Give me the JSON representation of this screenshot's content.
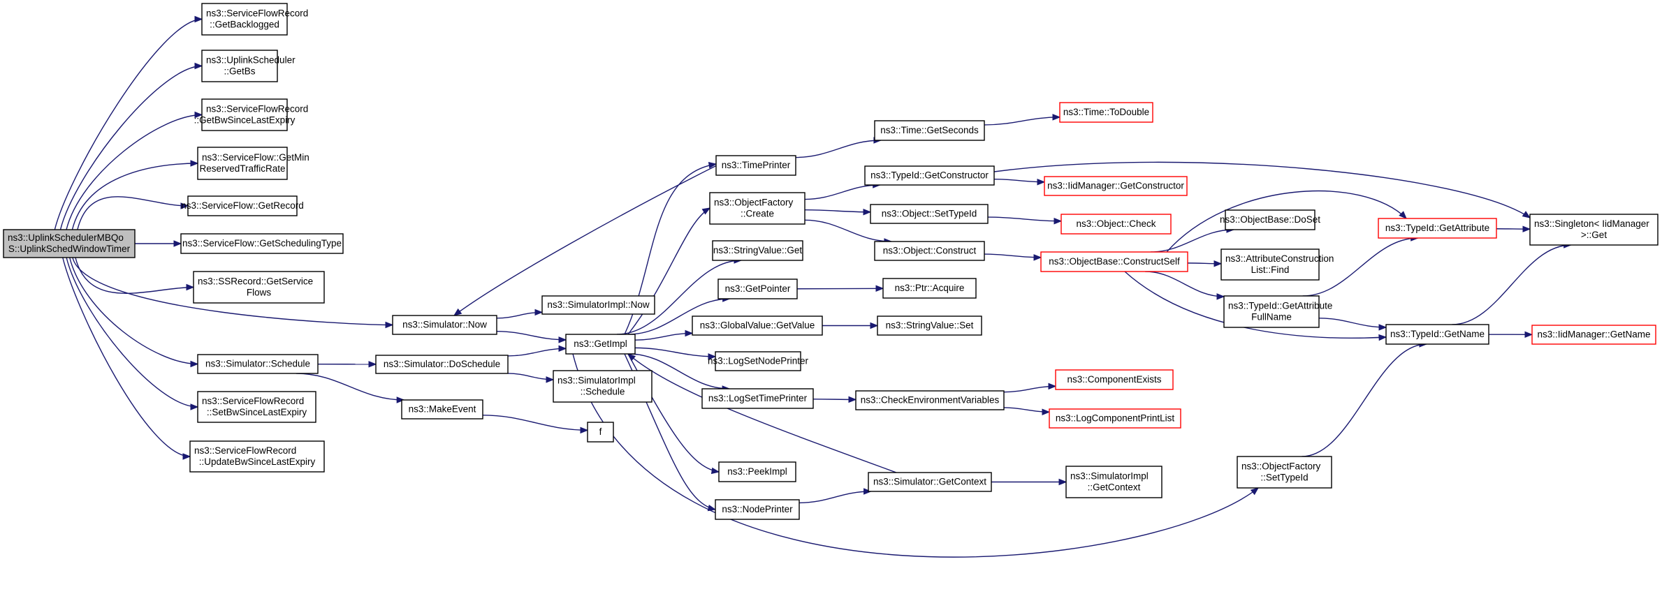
{
  "nodes": {
    "root": {
      "label": [
        "ns3::UplinkSchedulerMBQo",
        "S::UplinkSchedWindowTimer"
      ],
      "style": "root"
    },
    "getBacklogged": {
      "label": [
        "ns3::ServiceFlowRecord",
        "::GetBacklogged"
      ],
      "style": "normal"
    },
    "getBs": {
      "label": [
        "ns3::UplinkScheduler",
        "::GetBs"
      ],
      "style": "normal"
    },
    "getBwSince": {
      "label": [
        "ns3::ServiceFlowRecord",
        "::GetBwSinceLastExpiry"
      ],
      "style": "normal"
    },
    "getMinRes": {
      "label": [
        "ns3::ServiceFlow::GetMin",
        "ReservedTrafficRate"
      ],
      "style": "normal"
    },
    "getRecord": {
      "label": [
        "ns3::ServiceFlow::GetRecord"
      ],
      "style": "normal"
    },
    "getSchedType": {
      "label": [
        "ns3::ServiceFlow::GetSchedulingType"
      ],
      "style": "normal"
    },
    "ssGetFlows": {
      "label": [
        "ns3::SSRecord::GetService",
        "Flows"
      ],
      "style": "normal"
    },
    "simNow": {
      "label": [
        "ns3::Simulator::Now"
      ],
      "style": "normal"
    },
    "simSchedule": {
      "label": [
        "ns3::Simulator::Schedule"
      ],
      "style": "normal"
    },
    "setBwSince": {
      "label": [
        "ns3::ServiceFlowRecord",
        "::SetBwSinceLastExpiry"
      ],
      "style": "normal"
    },
    "updateBwSince": {
      "label": [
        "ns3::ServiceFlowRecord",
        "::UpdateBwSinceLastExpiry"
      ],
      "style": "normal"
    },
    "simImplNow": {
      "label": [
        "ns3::SimulatorImpl::Now"
      ],
      "style": "normal"
    },
    "getImpl": {
      "label": [
        "ns3::GetImpl"
      ],
      "style": "normal"
    },
    "doSchedule": {
      "label": [
        "ns3::Simulator::DoSchedule"
      ],
      "style": "normal"
    },
    "simImplSchedule": {
      "label": [
        "ns3::SimulatorImpl",
        "::Schedule"
      ],
      "style": "normal"
    },
    "makeEvent": {
      "label": [
        "ns3::MakeEvent"
      ],
      "style": "normal"
    },
    "f": {
      "label": [
        "f"
      ],
      "style": "normal"
    },
    "timePrinter": {
      "label": [
        "ns3::TimePrinter"
      ],
      "style": "normal"
    },
    "objFactoryCreate": {
      "label": [
        "ns3::ObjectFactory",
        "::Create"
      ],
      "style": "normal"
    },
    "stringValueGet": {
      "label": [
        "ns3::StringValue::Get"
      ],
      "style": "normal"
    },
    "getPointer": {
      "label": [
        "ns3::GetPointer"
      ],
      "style": "normal"
    },
    "globalValueGet": {
      "label": [
        "ns3::GlobalValue::GetValue"
      ],
      "style": "normal"
    },
    "logSetNodePrinter": {
      "label": [
        "ns3::LogSetNodePrinter"
      ],
      "style": "normal"
    },
    "logSetTimePrinter": {
      "label": [
        "ns3::LogSetTimePrinter"
      ],
      "style": "normal"
    },
    "peekImpl": {
      "label": [
        "ns3::PeekImpl"
      ],
      "style": "normal"
    },
    "nodePrinter": {
      "label": [
        "ns3::NodePrinter"
      ],
      "style": "normal"
    },
    "timeGetSeconds": {
      "label": [
        "ns3::Time::GetSeconds"
      ],
      "style": "normal"
    },
    "timeToDouble": {
      "label": [
        "ns3::Time::ToDouble"
      ],
      "style": "red"
    },
    "typeIdGetCtor": {
      "label": [
        "ns3::TypeId::GetConstructor"
      ],
      "style": "normal"
    },
    "iidMgrGetCtor": {
      "label": [
        "ns3::IidManager::GetConstructor"
      ],
      "style": "red"
    },
    "objSetTypeId": {
      "label": [
        "ns3::Object::SetTypeId"
      ],
      "style": "normal"
    },
    "objCheck": {
      "label": [
        "ns3::Object::Check"
      ],
      "style": "red"
    },
    "objConstruct": {
      "label": [
        "ns3::Object::Construct"
      ],
      "style": "normal"
    },
    "objBaseConstructSelf": {
      "label": [
        "ns3::ObjectBase::ConstructSelf"
      ],
      "style": "red"
    },
    "ptrAcquire": {
      "label": [
        "ns3::Ptr::Acquire"
      ],
      "style": "normal"
    },
    "stringValueSet": {
      "label": [
        "ns3::StringValue::Set"
      ],
      "style": "normal"
    },
    "checkEnvVars": {
      "label": [
        "ns3::CheckEnvironmentVariables"
      ],
      "style": "normal"
    },
    "componentExists": {
      "label": [
        "ns3::ComponentExists"
      ],
      "style": "red"
    },
    "logCompPrintList": {
      "label": [
        "ns3::LogComponentPrintList"
      ],
      "style": "red"
    },
    "simGetContext": {
      "label": [
        "ns3::Simulator::GetContext"
      ],
      "style": "normal"
    },
    "simImplGetContext": {
      "label": [
        "ns3::SimulatorImpl",
        "::GetContext"
      ],
      "style": "normal"
    },
    "objBaseDoSet": {
      "label": [
        "ns3::ObjectBase::DoSet"
      ],
      "style": "normal"
    },
    "attrConstrListFind": {
      "label": [
        "ns3::AttributeConstruction",
        "List::Find"
      ],
      "style": "normal"
    },
    "typeIdGetAttrFullName": {
      "label": [
        "ns3::TypeId::GetAttribute",
        "FullName"
      ],
      "style": "normal"
    },
    "typeIdGetAttr": {
      "label": [
        "ns3::TypeId::GetAttribute"
      ],
      "style": "red"
    },
    "typeIdGetName": {
      "label": [
        "ns3::TypeId::GetName"
      ],
      "style": "normal"
    },
    "singletonGet": {
      "label": [
        "ns3::Singleton< IidManager",
        " >::Get"
      ],
      "style": "normal"
    },
    "iidMgrGetName": {
      "label": [
        "ns3::IidManager::GetName"
      ],
      "style": "red"
    },
    "objFactorySetTypeId": {
      "label": [
        "ns3::ObjectFactory",
        "::SetTypeId"
      ],
      "style": "normal"
    }
  },
  "edges": [
    [
      "root",
      "getBacklogged"
    ],
    [
      "root",
      "getBs"
    ],
    [
      "root",
      "getBwSince"
    ],
    [
      "root",
      "getMinRes"
    ],
    [
      "root",
      "getRecord"
    ],
    [
      "root",
      "getSchedType"
    ],
    [
      "root",
      "ssGetFlows"
    ],
    [
      "root",
      "simNow"
    ],
    [
      "root",
      "simSchedule"
    ],
    [
      "root",
      "setBwSince"
    ],
    [
      "root",
      "updateBwSince"
    ],
    [
      "simNow",
      "simImplNow"
    ],
    [
      "simNow",
      "getImpl"
    ],
    [
      "simSchedule",
      "doSchedule"
    ],
    [
      "simSchedule",
      "makeEvent"
    ],
    [
      "doSchedule",
      "getImpl"
    ],
    [
      "doSchedule",
      "simImplSchedule"
    ],
    [
      "makeEvent",
      "f"
    ],
    [
      "timePrinter",
      "simNow"
    ],
    [
      "timePrinter",
      "timeGetSeconds"
    ],
    [
      "timeGetSeconds",
      "timeToDouble"
    ],
    [
      "getImpl",
      "timePrinter"
    ],
    [
      "getImpl",
      "objFactoryCreate"
    ],
    [
      "getImpl",
      "stringValueGet"
    ],
    [
      "getImpl",
      "getPointer"
    ],
    [
      "getImpl",
      "globalValueGet"
    ],
    [
      "getImpl",
      "logSetNodePrinter"
    ],
    [
      "getImpl",
      "logSetTimePrinter"
    ],
    [
      "getImpl",
      "peekImpl"
    ],
    [
      "getImpl",
      "nodePrinter"
    ],
    [
      "getImpl",
      "objFactorySetTypeId"
    ],
    [
      "simGetContext",
      "getImpl"
    ],
    [
      "nodePrinter",
      "simGetContext"
    ],
    [
      "simGetContext",
      "simImplGetContext"
    ],
    [
      "objFactoryCreate",
      "typeIdGetCtor"
    ],
    [
      "objFactoryCreate",
      "objSetTypeId"
    ],
    [
      "objFactoryCreate",
      "objConstruct"
    ],
    [
      "typeIdGetCtor",
      "iidMgrGetCtor"
    ],
    [
      "typeIdGetCtor",
      "singletonGet"
    ],
    [
      "objSetTypeId",
      "objCheck"
    ],
    [
      "objConstruct",
      "objBaseConstructSelf"
    ],
    [
      "getPointer",
      "ptrAcquire"
    ],
    [
      "globalValueGet",
      "stringValueSet"
    ],
    [
      "logSetTimePrinter",
      "checkEnvVars"
    ],
    [
      "checkEnvVars",
      "componentExists"
    ],
    [
      "checkEnvVars",
      "logCompPrintList"
    ],
    [
      "objBaseConstructSelf",
      "objBaseDoSet"
    ],
    [
      "objBaseConstructSelf",
      "attrConstrListFind"
    ],
    [
      "objBaseConstructSelf",
      "typeIdGetAttrFullName"
    ],
    [
      "objBaseConstructSelf",
      "typeIdGetAttr"
    ],
    [
      "objBaseConstructSelf",
      "typeIdGetName"
    ],
    [
      "typeIdGetAttrFullName",
      "typeIdGetAttr"
    ],
    [
      "typeIdGetAttrFullName",
      "typeIdGetName"
    ],
    [
      "typeIdGetAttr",
      "singletonGet"
    ],
    [
      "typeIdGetName",
      "singletonGet"
    ],
    [
      "typeIdGetName",
      "iidMgrGetName"
    ],
    [
      "objFactorySetTypeId",
      "typeIdGetName"
    ]
  ],
  "colors": {
    "edge": "#191970",
    "rootFill": "#bfbfbf",
    "highlightBorder": "#ff0000",
    "border": "#000000"
  }
}
